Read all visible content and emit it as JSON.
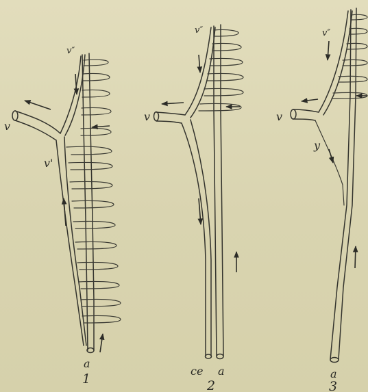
{
  "figures": [
    {
      "number": "1",
      "labels": {
        "vein": "v",
        "vein_prime": "v'",
        "vein_double_prime": "v″",
        "artery": "a"
      }
    },
    {
      "number": "2",
      "labels": {
        "vein": "v",
        "vein_double_prime": "v″",
        "artery": "a",
        "ce": "ce"
      }
    },
    {
      "number": "3",
      "labels": {
        "vein": "v",
        "vein_double_prime": "v″",
        "artery": "a",
        "y": "y"
      }
    }
  ]
}
